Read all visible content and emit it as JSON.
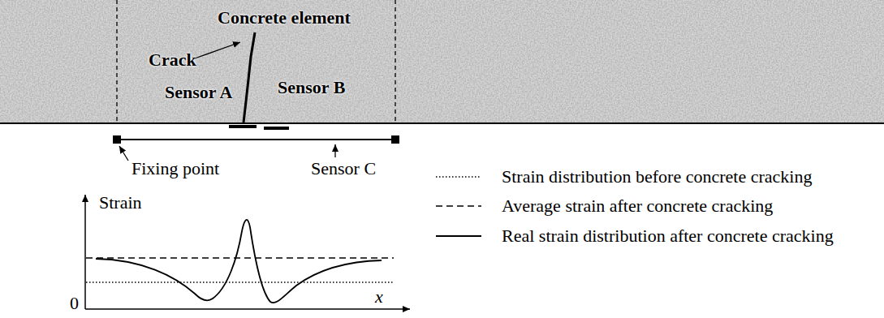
{
  "diagram": {
    "labels": [
      "Concrete element",
      "Crack",
      "Sensor A",
      "Sensor B",
      "Fixing point",
      "Sensor C",
      "Strain",
      "0",
      "x"
    ],
    "legend": [
      {
        "text": "Strain distribution before concrete cracking"
      },
      {
        "text": "Average strain after concrete cracking"
      },
      {
        "text": "Real strain distribution after concrete cracking"
      }
    ]
  }
}
